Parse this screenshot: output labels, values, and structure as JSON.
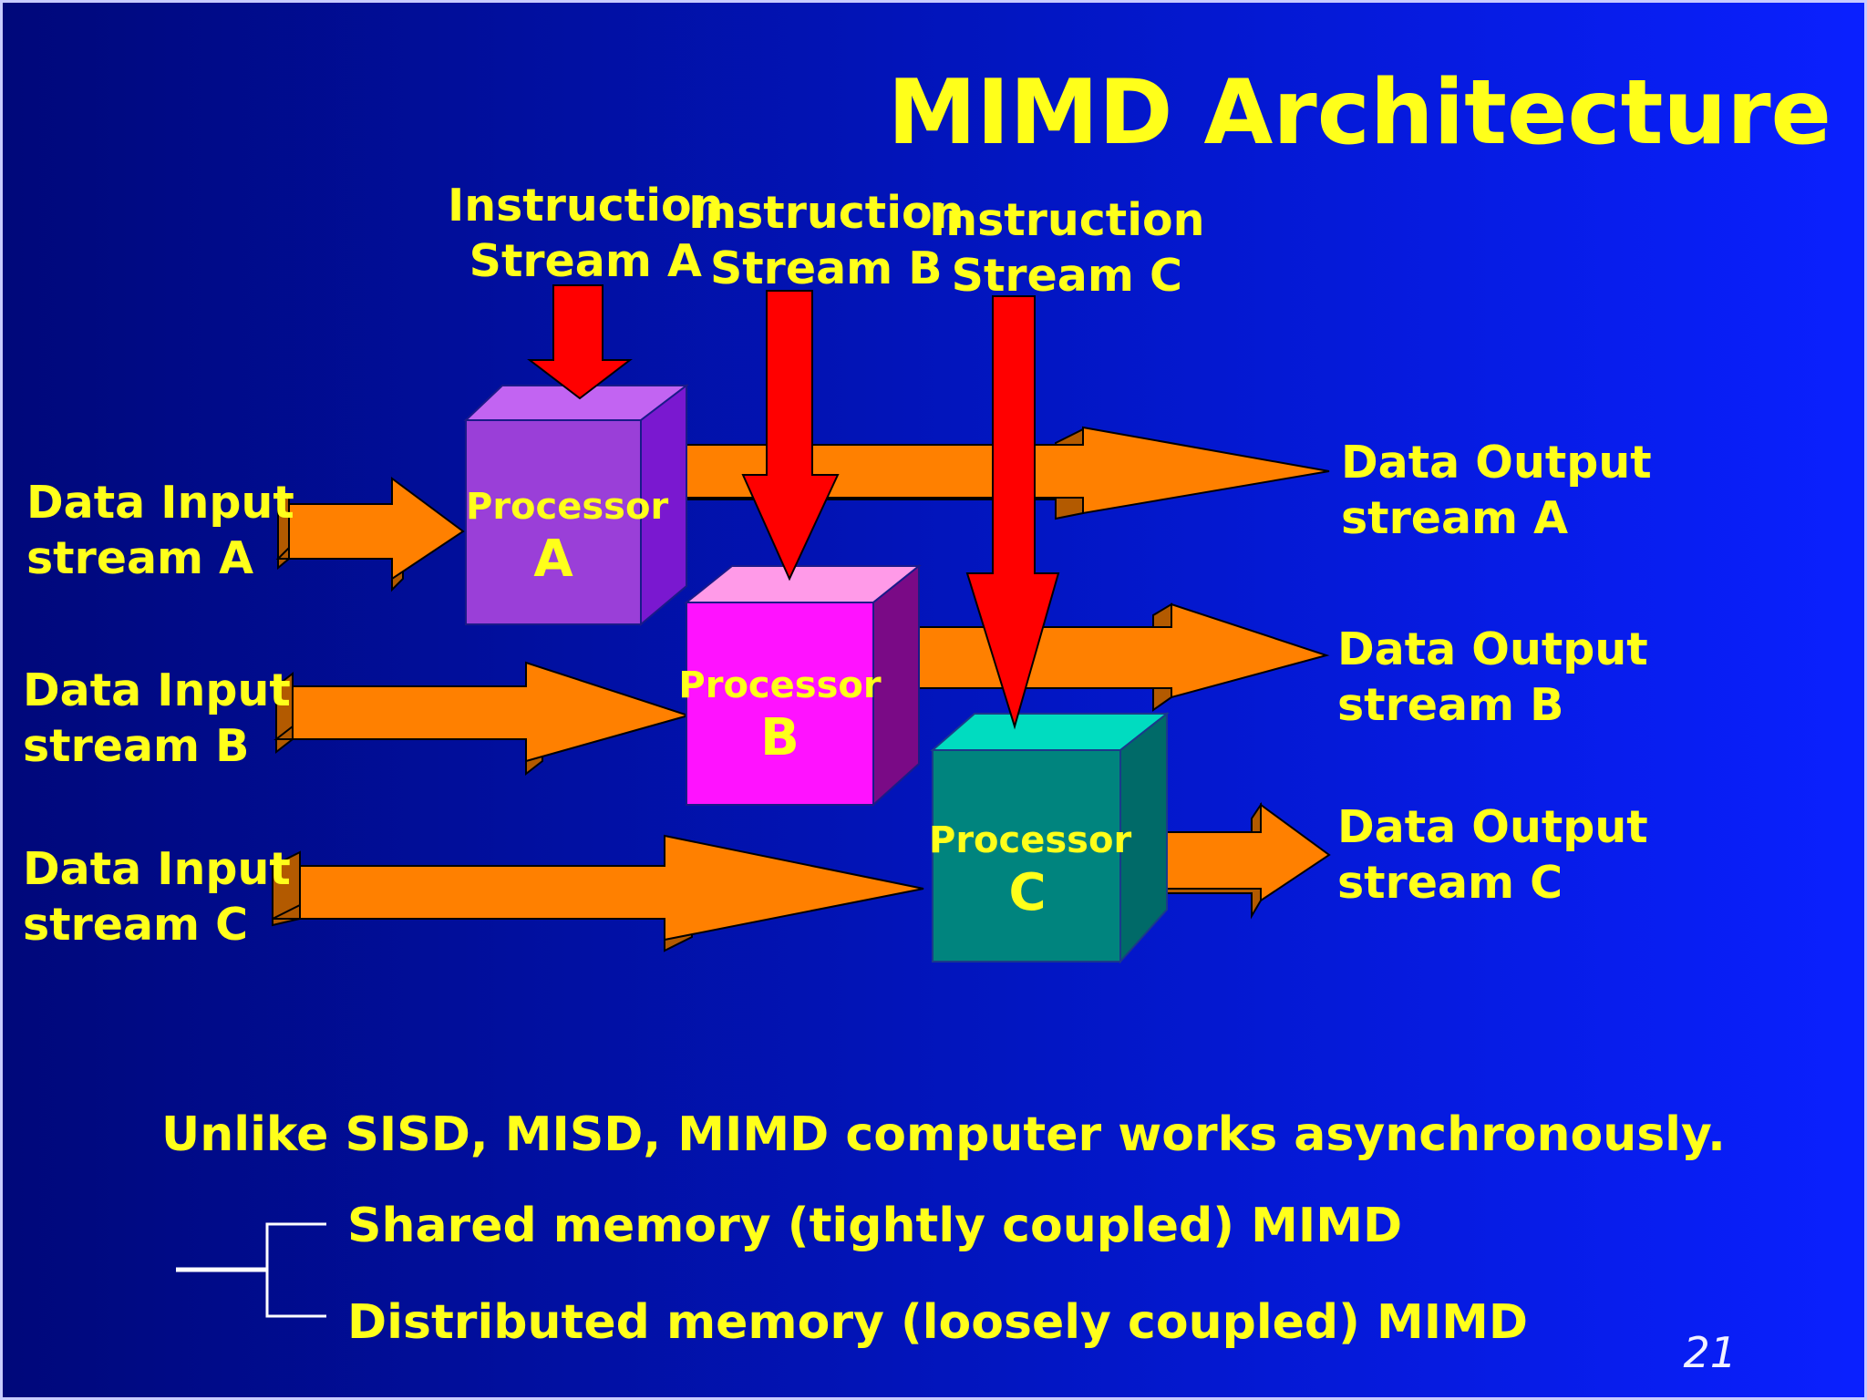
{
  "title": "MIMD Architecture",
  "instruction_streams": [
    {
      "line1": "Instruction",
      "line2": "Stream  A"
    },
    {
      "line1": "Instruction",
      "line2": "Stream B"
    },
    {
      "line1": "Instruction",
      "line2": "Stream C"
    }
  ],
  "data_inputs": [
    {
      "line1": "Data Input",
      "line2": "stream A"
    },
    {
      "line1": "Data Input",
      "line2": "stream B"
    },
    {
      "line1": "Data Input",
      "line2": "stream C"
    }
  ],
  "data_outputs": [
    {
      "line1": "Data Output",
      "line2": "stream A"
    },
    {
      "line1": "Data Output",
      "line2": "stream B"
    },
    {
      "line1": "Data Output",
      "line2": "stream C"
    }
  ],
  "processors": [
    {
      "label": "Processor",
      "letter": "A",
      "colors": {
        "front": "#9a3fd8",
        "top": "#c264f2",
        "side": "#7a18d0"
      }
    },
    {
      "label": "Processor",
      "letter": "B",
      "colors": {
        "front": "#ff12ff",
        "top": "#ff9ae8",
        "side": "#7a0a86"
      }
    },
    {
      "label": "Processor",
      "letter": "C",
      "colors": {
        "front": "#00847e",
        "top": "#00dcc0",
        "side": "#006a68"
      }
    }
  ],
  "colors": {
    "text": "#ffff1a",
    "data_arrow": "#ff8000",
    "instruction_arrow": "#ff0000"
  },
  "note": "Unlike SISD, MISD, MIMD computer works asynchronously.",
  "memory_types": [
    "Shared memory (tightly coupled) MIMD",
    "Distributed memory (loosely coupled) MIMD"
  ],
  "page_number": "21"
}
